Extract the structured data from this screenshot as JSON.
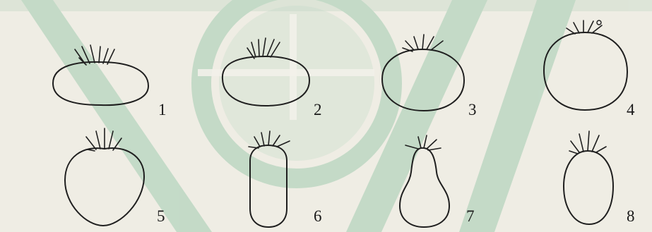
{
  "figures": [
    {
      "number": "1",
      "shape": "flattened"
    },
    {
      "number": "2",
      "shape": "slightly-flattened"
    },
    {
      "number": "3",
      "shape": "rounded"
    },
    {
      "number": "4",
      "shape": "high-round"
    },
    {
      "number": "5",
      "shape": "heart-shaped"
    },
    {
      "number": "6",
      "shape": "cylindrical"
    },
    {
      "number": "7",
      "shape": "pear-shaped"
    },
    {
      "number": "8",
      "shape": "oval"
    }
  ],
  "colors": {
    "background": "#efede4",
    "watermark": "#2e9a63",
    "ink": "#1f1f1f"
  }
}
